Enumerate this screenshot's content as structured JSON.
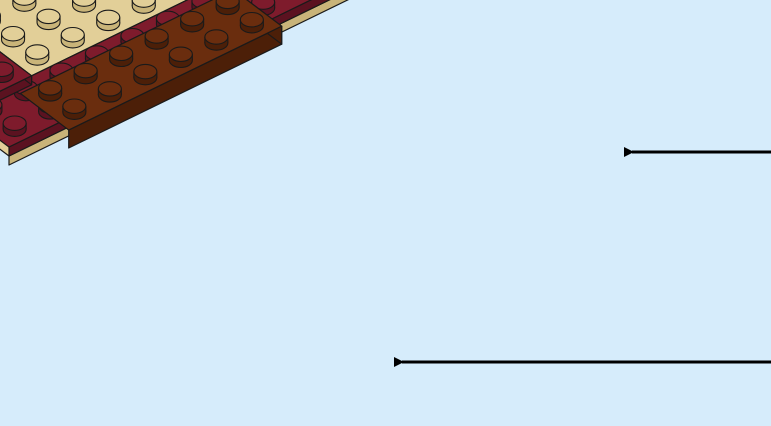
{
  "scene": {
    "title": "",
    "background": "#d6ecfb",
    "colors": {
      "dark_red": "#7e1b2c",
      "dark_red_side": "#5b1220",
      "tan": "#e2cf98",
      "tan_side": "#c9b479",
      "brown": "#6a2d0e",
      "brown_side": "#4c1f08",
      "gray": "#8c8c8c",
      "gray_side": "#626262",
      "outline": "#1a1a1a",
      "arrow": "#000000"
    }
  },
  "callouts": [
    {
      "name": "upper-callout-arrow",
      "target": "brown-brick-upper"
    },
    {
      "name": "lower-callout-arrow",
      "target": "brown-brick-lower"
    }
  ]
}
